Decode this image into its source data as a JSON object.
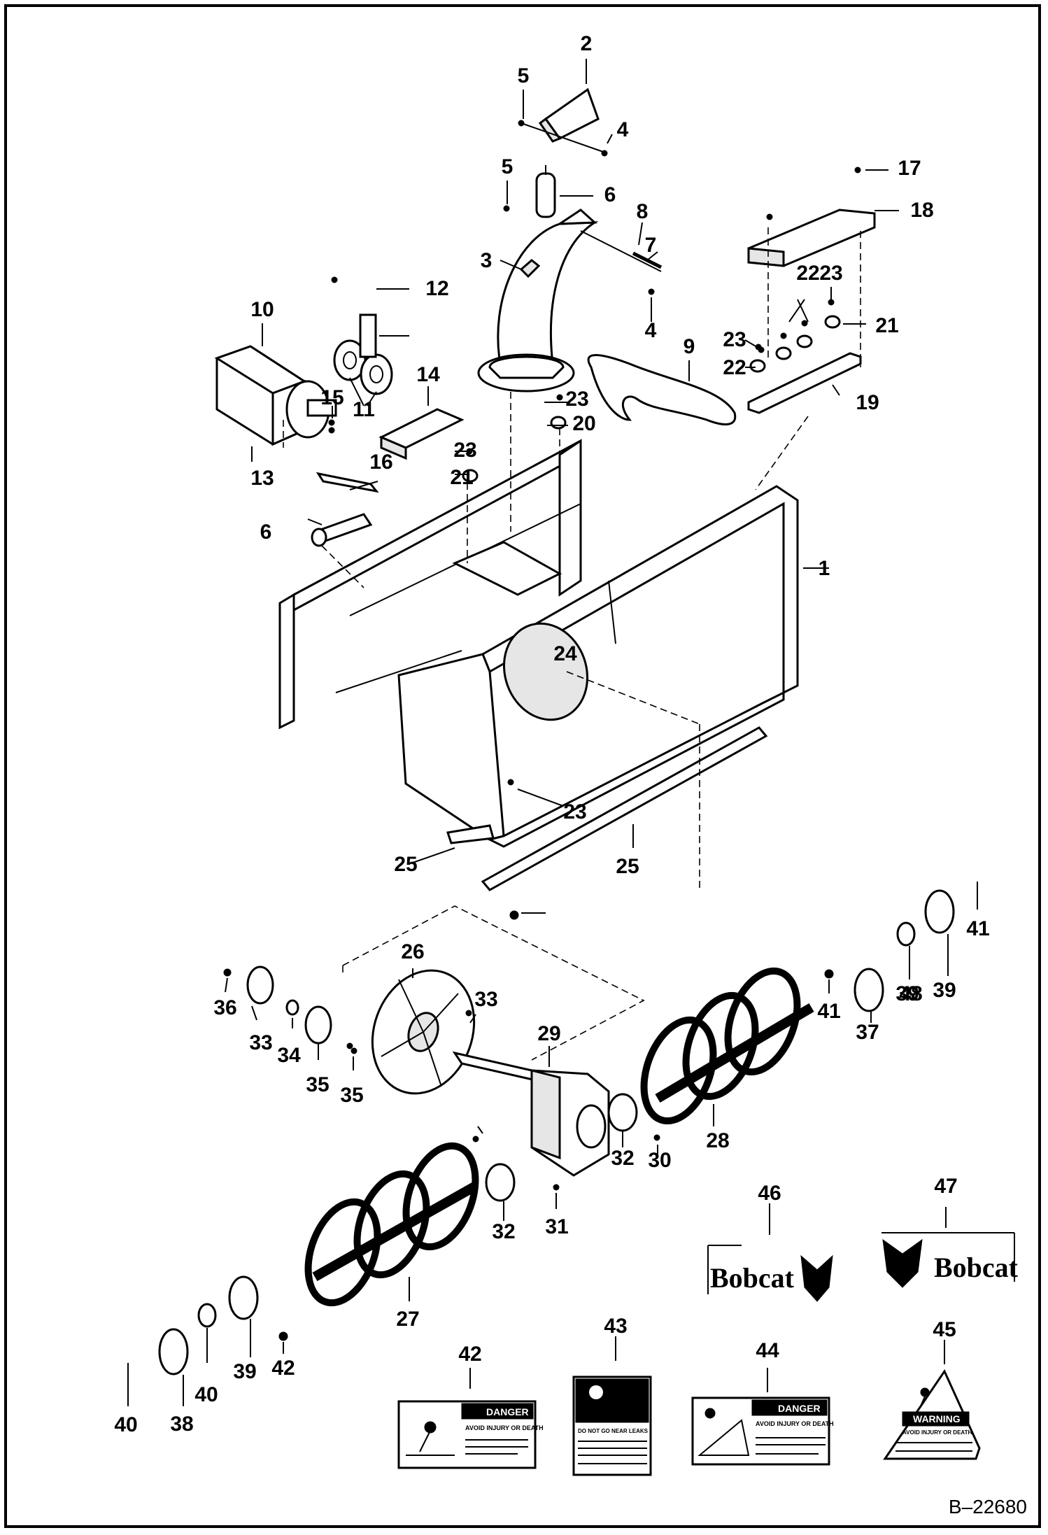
{
  "diagram": {
    "drawing_number": "B–22680",
    "callouts": [
      "1",
      "2",
      "3",
      "4",
      "4",
      "5",
      "5",
      "6",
      "6",
      "7",
      "8",
      "9",
      "10",
      "11",
      "12",
      "13",
      "14",
      "15",
      "16",
      "17",
      "18",
      "19",
      "20",
      "21",
      "21",
      "22",
      "22",
      "23",
      "23",
      "23",
      "23",
      "23",
      "24",
      "25",
      "25",
      "26",
      "27",
      "28",
      "29",
      "30",
      "31",
      "32",
      "32",
      "33",
      "33",
      "34",
      "35",
      "35",
      "36",
      "37",
      "38",
      "39",
      "39",
      "39",
      "40",
      "40",
      "41",
      "41",
      "42",
      "42",
      "43",
      "44",
      "45",
      "46",
      "47",
      "48"
    ],
    "decals": {
      "brand_left": "Bobcat",
      "brand_right": "Bobcat",
      "danger_43_title": "DANGER",
      "danger_43_sub": "AVOID INJURY OR DEATH",
      "danger_45_title": "DANGER",
      "danger_45_sub": "AVOID INJURY OR DEATH",
      "warning_46_title": "WARNING",
      "warning_46_sub": "AVOID INJURY OR DEATH",
      "notice_44_line": "DO NOT GO NEAR LEAKS"
    }
  }
}
